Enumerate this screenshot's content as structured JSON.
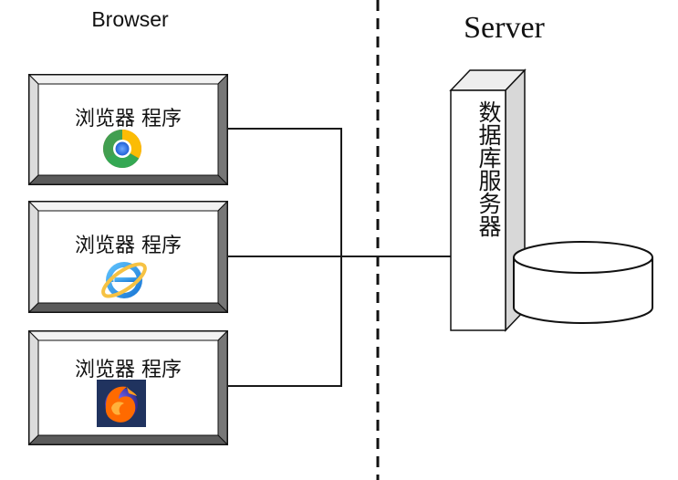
{
  "headings": {
    "client_side": "Browser",
    "server_side": "Server"
  },
  "clients": [
    {
      "label": "浏览器 程序",
      "icon": "chrome-icon"
    },
    {
      "label": "浏览器 程序",
      "icon": "internet-explorer-icon"
    },
    {
      "label": "浏览器 程序",
      "icon": "firefox-icon"
    }
  ],
  "server": {
    "database_server_label": "数据库服务器",
    "database_icon": "database-cylinder-icon"
  },
  "colors": {
    "line": "#1a1a1a",
    "bevel_light": "#f2f2f2",
    "bevel_dark": "#777777",
    "tower_front": "#ffffff",
    "tower_side": "#d8d8d8",
    "tower_top": "#eeeeee"
  }
}
